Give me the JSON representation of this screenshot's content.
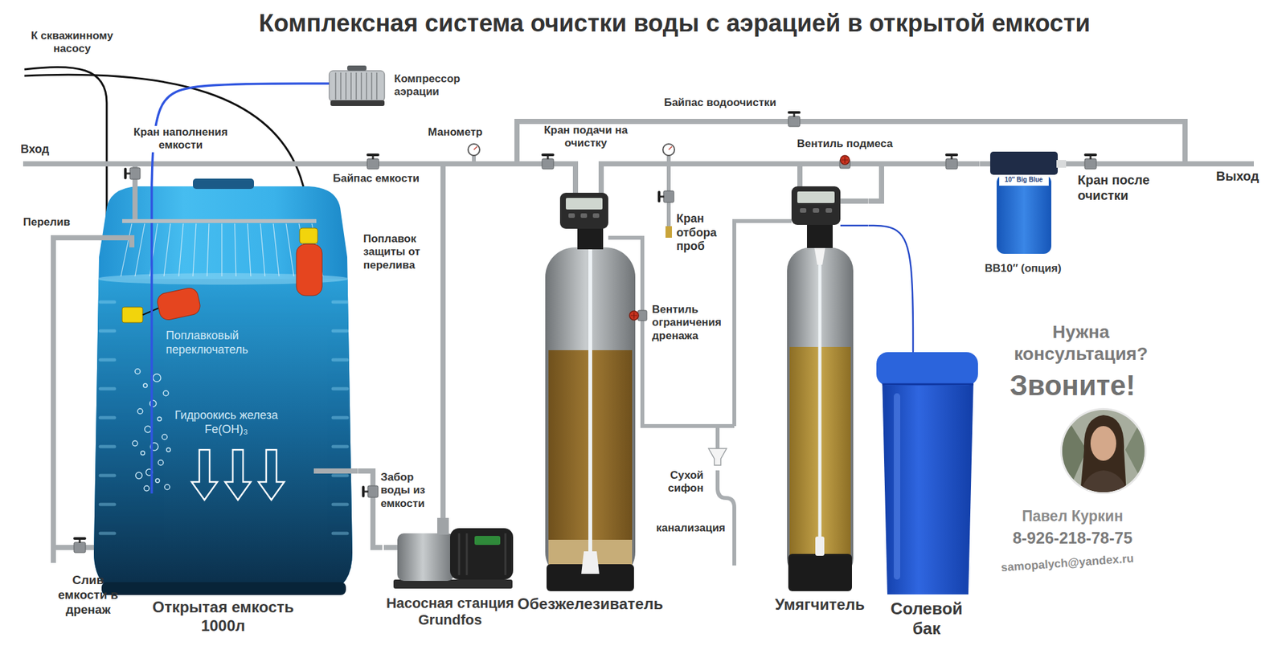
{
  "diagram": {
    "title": "Комплексная система очистки воды с аэрацией в открытой емкости",
    "nodes": [
      {
        "text": [
          "Компрессор аэрации"
        ]
      },
      {
        "text": [
          "Открытая емкость 1000л"
        ]
      },
      {
        "text": [
          "Насосная станция Grundfos"
        ]
      },
      {
        "text": [
          "Обезжелезиватель"
        ]
      },
      {
        "text": [
          "Умягчитель"
        ]
      },
      {
        "text": [
          "Солевой бак"
        ]
      },
      {
        "text": [
          "BB10″ (опция)"
        ]
      }
    ],
    "edges": [
      {
        "from": 0,
        "to": 1,
        "arrow": "none"
      },
      {
        "from": 1,
        "to": 2,
        "label": "Забор воды из емкости",
        "arrow": "none"
      },
      {
        "from": 2,
        "to": 3,
        "arrow": "none"
      },
      {
        "from": 3,
        "to": 4,
        "arrow": "none"
      },
      {
        "from": 4,
        "to": 6,
        "arrow": "none"
      },
      {
        "from": 4,
        "to": 5,
        "arrow": "none"
      }
    ],
    "labels": [
      "К скважинному насосу",
      "Вход",
      "Кран наполнения емкости",
      "Перелив",
      "Байпас емкости",
      "Манометр",
      "Кран подачи на очистку",
      "Байпас водоочистки",
      "Вентиль подмеса",
      "Кран отбора проб",
      "Кран после очистки",
      "Выход",
      "Поплавок защиты от перелива",
      "Поплавковый переключатель",
      "Гидроокись железа Fe(OH)₃",
      "Вентиль ограничения дренажа",
      "Сухой сифон",
      "канализация",
      "Слив емкости в дренаж",
      "10″ Big Blue",
      "Нужна консультация?",
      "Звоните!",
      "Павел Куркин",
      "8-926-218-78-75",
      "samopalych@yandex.ru"
    ]
  }
}
